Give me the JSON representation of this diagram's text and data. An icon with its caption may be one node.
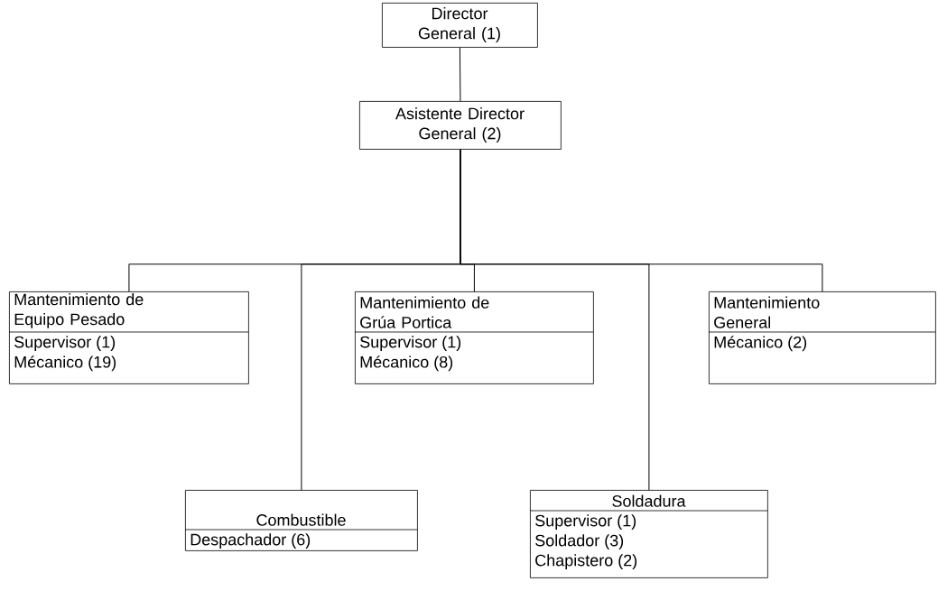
{
  "diagram": {
    "nodes": [
      {
        "text": [
          "Director General (1)"
        ]
      },
      {
        "text": [
          "Asistente Director General (2)"
        ]
      },
      {
        "text": [
          "Mantenimiento de Equipo Pesado",
          "Supervisor (1)",
          "Mécanico (19)"
        ]
      },
      {
        "text": [
          "Mantenimiento de Grúa Portica",
          "Supervisor (1)",
          "Mécanico (8)"
        ]
      },
      {
        "text": [
          "Mantenimiento General",
          "Mécanico (2)"
        ]
      },
      {
        "text": [
          "Combustible",
          "Despachador (6)"
        ]
      },
      {
        "text": [
          "Soldadura",
          "Supervisor (1)",
          "Soldador (3)",
          "Chapistero (2)"
        ]
      }
    ],
    "edges": [
      {
        "from": 0,
        "to": 1,
        "arrow": "none"
      },
      {
        "from": 1,
        "to": 2,
        "arrow": "none"
      },
      {
        "from": 1,
        "to": 5,
        "arrow": "none"
      },
      {
        "from": 1,
        "to": 3,
        "arrow": "none"
      },
      {
        "from": 1,
        "to": 6,
        "arrow": "none"
      },
      {
        "from": 1,
        "to": 4,
        "arrow": "none"
      }
    ]
  }
}
